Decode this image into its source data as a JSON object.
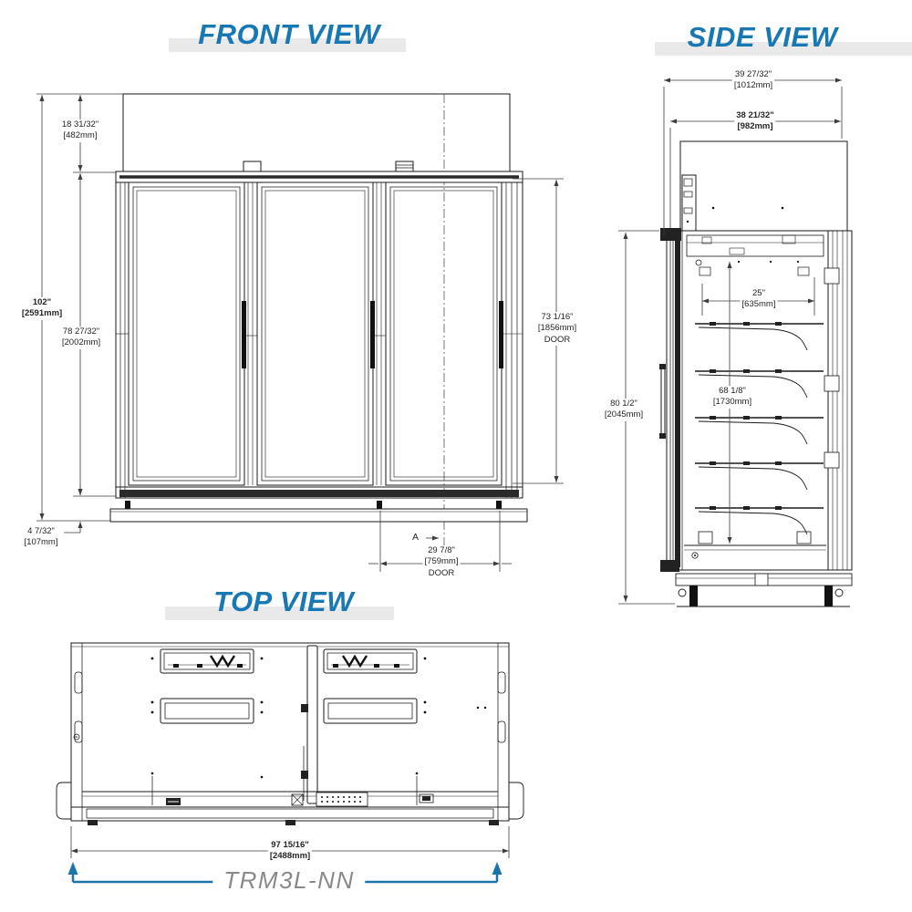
{
  "colors": {
    "title_blue": "#1878b4",
    "title_bar_gray": "#e9e9e9",
    "drawing_line": "#1a1a1a",
    "dimension_text": "#262626",
    "model_text_gray": "#87898c",
    "footer_accent_blue": "#1b75ad"
  },
  "front_view": {
    "title": "FRONT VIEW",
    "dim_canopy_height": {
      "inches": "18 31/32\"",
      "mm": "[482mm]"
    },
    "dim_overall_height": {
      "inches": "102\"",
      "mm": "[2591mm]"
    },
    "dim_opening_height": {
      "inches": "78 27/32\"",
      "mm": "[2002mm]"
    },
    "dim_base_height": {
      "inches": "4 7/32\"",
      "mm": "[107mm]"
    },
    "dim_door_height": {
      "inches": "73 1/16\"",
      "mm": "[1856mm]",
      "note": "DOOR"
    },
    "dim_door_width": {
      "inches": "29 7/8\"",
      "mm": "[759mm]",
      "note": "DOOR"
    },
    "section_marker": "A"
  },
  "side_view": {
    "title": "SIDE VIEW",
    "dim_depth_overall": {
      "inches": "39 27/32\"",
      "mm": "[1012mm]"
    },
    "dim_depth_body": {
      "inches": "38 21/32\"",
      "mm": "[982mm]"
    },
    "dim_shelf_depth": {
      "inches": "25\"",
      "mm": "[635mm]"
    },
    "dim_interior_height": {
      "inches": "68 1/8\"",
      "mm": "[1730mm]"
    },
    "dim_door_height": {
      "inches": "80 1/2\"",
      "mm": "[2045mm]"
    }
  },
  "top_view": {
    "title": "TOP VIEW",
    "dim_overall_width": {
      "inches": "97 15/16\"",
      "mm": "[2488mm]"
    },
    "model": "TRM3L-NN"
  }
}
